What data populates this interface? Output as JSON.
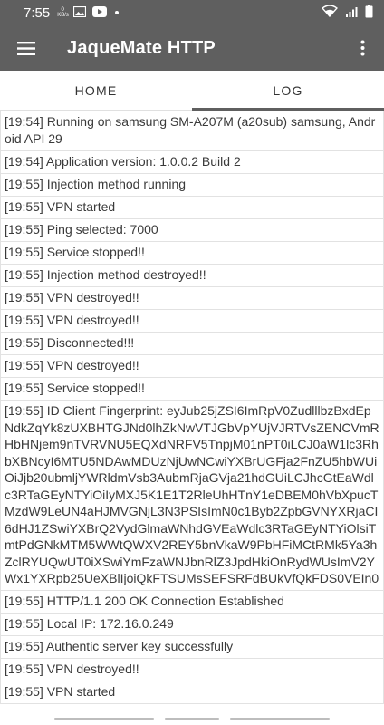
{
  "status": {
    "time": "7:55",
    "kbs_top": "0",
    "kbs_bottom": "KB/s"
  },
  "app": {
    "title": "JaqueMate HTTP"
  },
  "tabs": [
    {
      "label": "HOME",
      "active": false
    },
    {
      "label": "LOG",
      "active": true
    }
  ],
  "log": [
    "[19:54] Running on samsung SM-A207M (a20sub) samsung, Android API 29",
    "[19:54] Application version: 1.0.0.2 Build 2",
    "[19:55] Injection method running",
    "[19:55] VPN started",
    "[19:55] Ping selected: 7000",
    "[19:55] Service stopped!!",
    "[19:55] Injection method destroyed!!",
    "[19:55] VPN destroyed!!",
    "[19:55] VPN destroyed!!",
    "[19:55] Disconnected!!!",
    "[19:55] VPN destroyed!!",
    "[19:55] Service stopped!!",
    "[19:55] ID Client Fingerprint: eyJub25jZSI6ImRpV0ZudlllbzBxdEpNdkZqYk8zUXBHTGJNd0lhZkNwVTJGbVpYUjVJRTVsZENCVmRHbHNjem9nTVRVNU5EQXdNRFV5TnpjM01nPT0iLCJ0aW1lc3RhbXBNcyI6MTU5NDAwMDUzNjUwNCwiYXBrUGFja2FnZU5hbWUiOiJjb20ubmljYWRldmVsb3AubmRjaGVja21hdGUiLCJhcGtEaWdlc3RTaGEyNTYiOiIyMXJ5K1E1T2RleUhHTnY1eDBEM0hVbXpucTMzdW9LeUN4aHJMVGNjL3N3PSIsImN0c1Byb2ZpbGVNYXRjaCI6dHJ1ZSwiYXBrQ2VydGlmaWNhdGVEaWdlc3RTaGEyNTYiOlsiTmtPdGNkMTM5WWtQWXV2REY5bnVkaW9PbHFiMCtRMk5Ya3hZclRYUQwUT0iXSwiYmFzaWNJbnRlZ3JpdHkiOnRydWUsImV2YWx1YXRpb25UeXBlIjoiQkFTSUMsSEFSRFdBUkVfQkFDS0VEIn0",
    "[19:55] HTTP/1.1 200 OK Connection Established",
    "[19:55] Local IP: 172.16.0.249",
    "[19:55] Authentic server key successfully",
    "[19:55] VPN destroyed!!",
    "[19:55] VPN started"
  ]
}
